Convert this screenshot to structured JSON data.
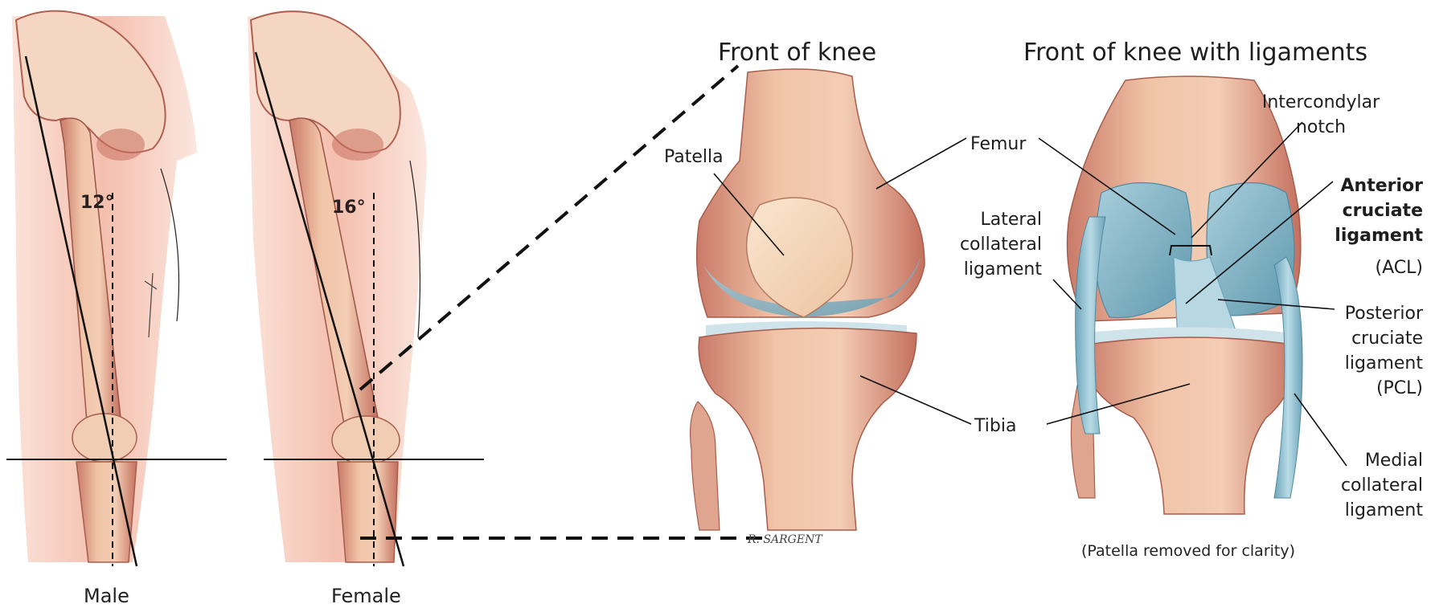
{
  "colors": {
    "skin": "#f6c8b8",
    "bone": "#f6dcc4",
    "bone_shadow": "#c9786a",
    "cartilage": "#8bb7c9",
    "ligament": "#7fb3c6",
    "line": "#111111"
  },
  "legs": [
    {
      "label": "Male",
      "angle": "12°"
    },
    {
      "label": "Female",
      "angle": "16°"
    }
  ],
  "front_knee": {
    "title": "Front of knee",
    "labels": {
      "patella": "Patella",
      "femur": "Femur",
      "tibia": "Tibia"
    },
    "signature": "R. SARGENT"
  },
  "ligament_knee": {
    "title": "Front of knee with ligaments",
    "labels": {
      "intercondylar_notch": "Intercondylar\nnotch",
      "acl": "Anterior\ncruciate\nligament",
      "acl_abbr": "(ACL)",
      "lateral_collateral": "Lateral\ncollateral\nligament",
      "pcl": "Posterior\ncruciate\nligament\n(PCL)",
      "medial_collateral": "Medial\ncollateral\nligament"
    },
    "caption": "(Patella removed for clarity)"
  }
}
